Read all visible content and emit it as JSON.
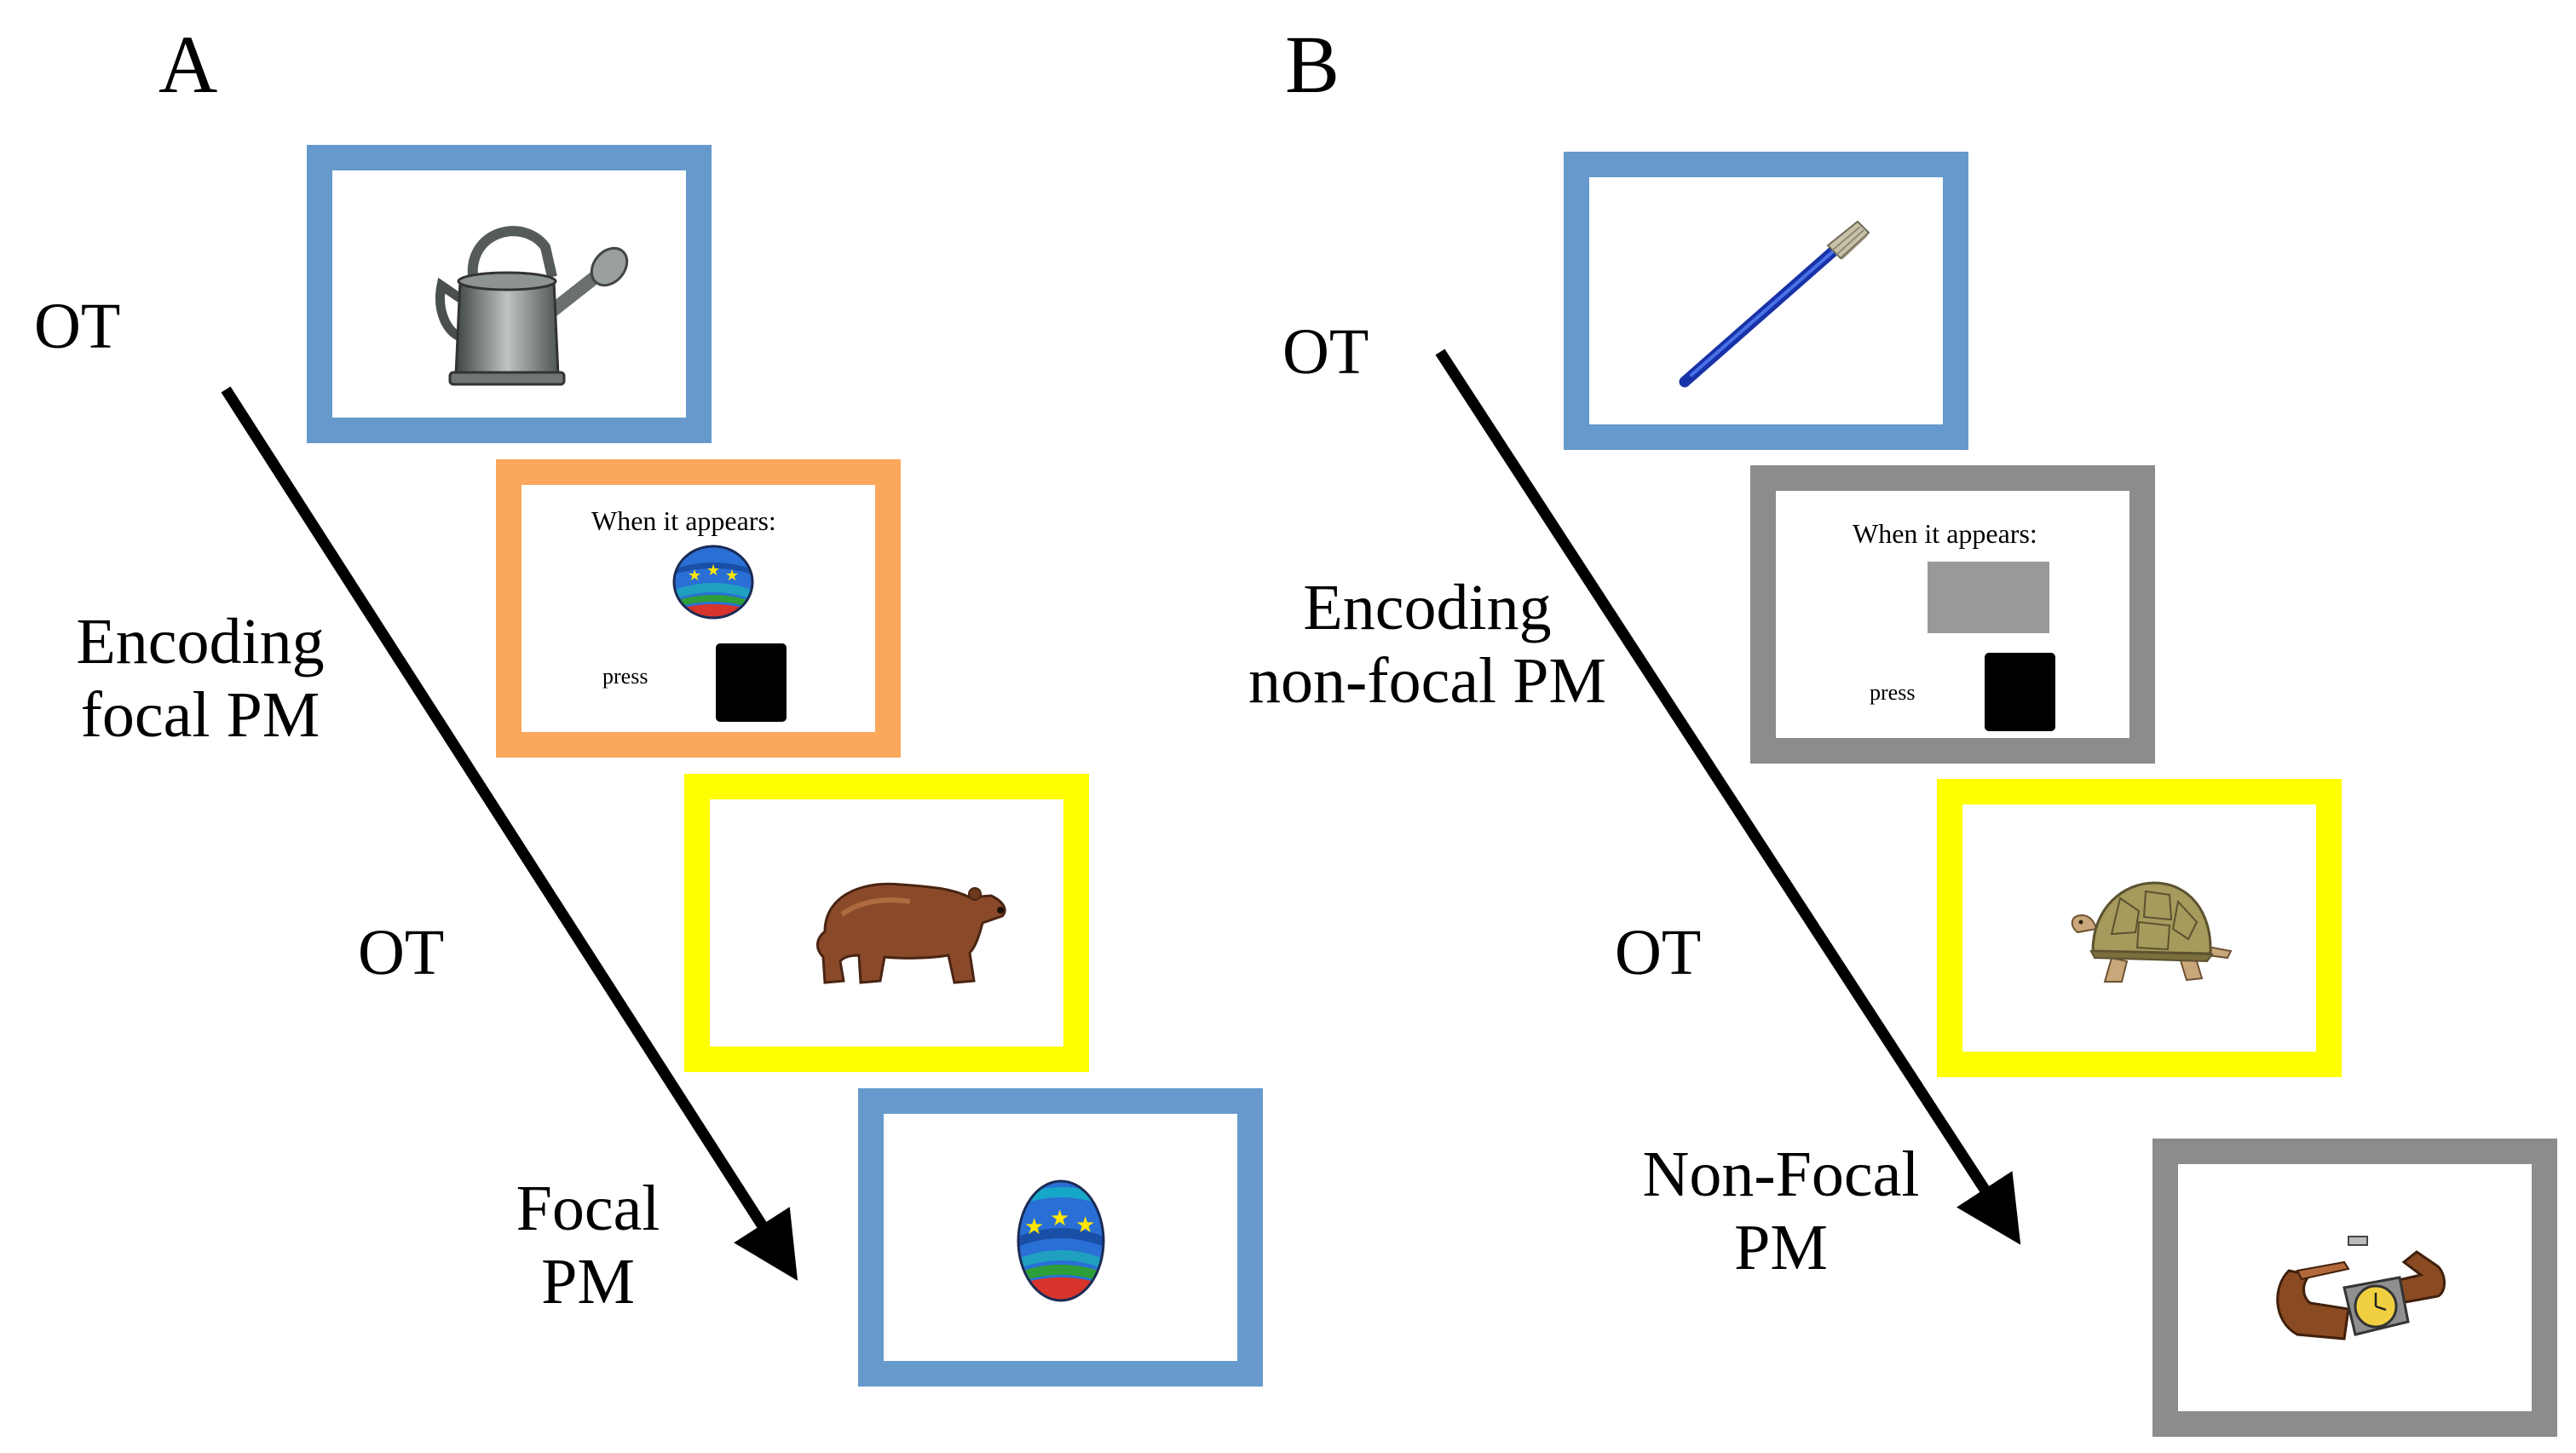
{
  "panels": [
    {
      "letter": "A",
      "labels": {
        "ot_top": "OT",
        "encoding_line1": "Encoding",
        "encoding_line2": "focal PM",
        "ot_mid": "OT",
        "pm_line1": "Focal",
        "pm_line2": "PM"
      },
      "instruction": {
        "heading": "When it appears:",
        "press": "press"
      }
    },
    {
      "letter": "B",
      "labels": {
        "ot_top": "OT",
        "encoding_line1": "Encoding",
        "encoding_line2": "non-focal PM",
        "ot_mid": "OT",
        "pm_line1": "Non-Focal",
        "pm_line2": "PM"
      },
      "instruction": {
        "heading": "When it appears:",
        "press": "press"
      }
    }
  ],
  "colors": {
    "ongoing_task_frame": "#6699cc",
    "focal_encoding_frame": "#fba75c",
    "nonfocal_encoding_frame": "#8c8c8c",
    "ot_trial_frame": "#ffff00",
    "pm_trial_frame": "#6699cc",
    "nonfocal_pm_trial_frame": "#8c8c8c",
    "arrow": "#000000"
  },
  "stimuli": {
    "A": [
      "watering-can-icon",
      "easter-egg-icon",
      "response-key-icon",
      "bear-icon",
      "easter-egg-icon"
    ],
    "B": [
      "toothbrush-icon",
      "gray-rectangle-icon",
      "response-key-icon",
      "tortoise-icon",
      "wristwatch-icon"
    ]
  }
}
